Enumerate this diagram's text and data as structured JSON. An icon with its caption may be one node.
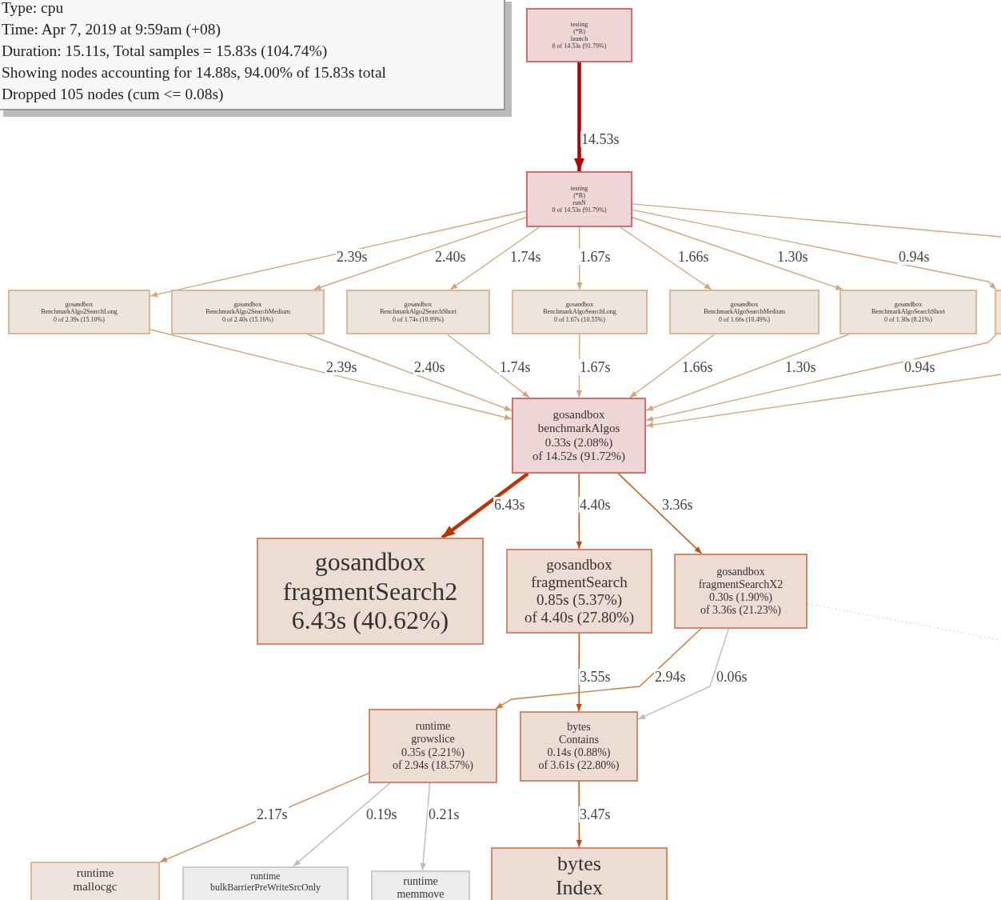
{
  "diagram": {
    "nodes": [
      {
        "text": [
          "testing",
          "(*B)",
          "launch",
          "0 of 14.53s (91.79%)"
        ]
      },
      {
        "text": [
          "testing",
          "(*B)",
          "runN",
          "0 of 14.53s (91.79%)"
        ]
      },
      {
        "text": [
          "gosandbox",
          "BenchmarkAlgo2SearchLong",
          "0 of 2.39s (15.10%)"
        ]
      },
      {
        "text": [
          "gosandbox",
          "BenchmarkAlgo2SearchMedium",
          "0 of 2.40s (15.16%)"
        ]
      },
      {
        "text": [
          "gosandbox",
          "BenchmarkAlgo2SearchShort",
          "0 of 1.74s (10.99%)"
        ]
      },
      {
        "text": [
          "gosandbox",
          "BenchmarkAlgoSearchLong",
          "0 of 1.67s (10.55%)"
        ]
      },
      {
        "text": [
          "gosandbox",
          "BenchmarkAlgoSearchMedium",
          "0 of 1.66s (10.49%)"
        ]
      },
      {
        "text": [
          "gosandbox",
          "BenchmarkAlgoSearchShort",
          "0 of 1.30s (8.21%)"
        ]
      },
      {
        "text": [],
        "shape": "box"
      },
      {
        "text": [
          "gosandbox",
          "benchmarkAlgos",
          "0.33s (2.08%)",
          "of 14.52s (91.72%)"
        ]
      },
      {
        "text": [
          "gosandbox",
          "fragmentSearch2",
          "6.43s (40.62%)"
        ]
      },
      {
        "text": [
          "gosandbox",
          "fragmentSearch",
          "0.85s (5.37%)",
          "of 4.40s (27.80%)"
        ]
      },
      {
        "text": [
          "gosandbox",
          "fragmentSearchX2",
          "0.30s (1.90%)",
          "of 3.36s (21.23%)"
        ]
      },
      {
        "text": [
          "runtime",
          "growslice",
          "0.35s (2.21%)",
          "of 2.94s (18.57%)"
        ]
      },
      {
        "text": [
          "bytes",
          "Contains",
          "0.14s (0.88%)",
          "of 3.61s (22.80%)"
        ]
      },
      {
        "text": [
          "runtime",
          "mallocgc"
        ]
      },
      {
        "text": [
          "runtime",
          "bulkBarrierPreWriteSrcOnly"
        ]
      },
      {
        "text": [
          "runtime",
          "memmove"
        ]
      },
      {
        "text": [
          "bytes",
          "Index"
        ]
      }
    ],
    "edges": [
      {
        "from": 0,
        "to": 1,
        "arrow": "to",
        "label": "14.53s",
        "style": "thick",
        "color": "#b30000"
      },
      {
        "from": 1,
        "to": 2,
        "arrow": "to",
        "label": "2.39s"
      },
      {
        "from": 1,
        "to": 3,
        "arrow": "to",
        "label": "2.40s"
      },
      {
        "from": 1,
        "to": 4,
        "arrow": "to",
        "label": "1.74s"
      },
      {
        "from": 1,
        "to": 5,
        "arrow": "to",
        "label": "1.67s"
      },
      {
        "from": 1,
        "to": 6,
        "arrow": "to",
        "label": "1.66s"
      },
      {
        "from": 1,
        "to": 7,
        "arrow": "to",
        "label": "1.30s"
      },
      {
        "from": 1,
        "to": 8,
        "arrow": "to",
        "label": "0.94s"
      },
      {
        "from": 2,
        "to": 9,
        "arrow": "to",
        "label": "2.39s"
      },
      {
        "from": 3,
        "to": 9,
        "arrow": "to",
        "label": "2.40s"
      },
      {
        "from": 4,
        "to": 9,
        "arrow": "to",
        "label": "1.74s"
      },
      {
        "from": 5,
        "to": 9,
        "arrow": "to",
        "label": "1.67s"
      },
      {
        "from": 6,
        "to": 9,
        "arrow": "to",
        "label": "1.66s"
      },
      {
        "from": 7,
        "to": 9,
        "arrow": "to",
        "label": "1.30s"
      },
      {
        "from": 8,
        "to": 9,
        "arrow": "to",
        "label": "0.94s"
      },
      {
        "from": 1,
        "to": null,
        "arrow": "none"
      },
      {
        "from": null,
        "to": 9,
        "arrow": "to"
      },
      {
        "from": 9,
        "to": 10,
        "arrow": "to",
        "label": "6.43s",
        "style": "thick",
        "color": "#c03000"
      },
      {
        "from": 9,
        "to": 11,
        "arrow": "to",
        "label": "4.40s",
        "color": "#c04a10"
      },
      {
        "from": 9,
        "to": 12,
        "arrow": "to",
        "label": "3.36s",
        "color": "#c04a10"
      },
      {
        "from": 11,
        "to": 14,
        "arrow": "to",
        "label": "3.55s",
        "color": "#c04a10"
      },
      {
        "from": 12,
        "to": 13,
        "arrow": "to",
        "label": "2.94s",
        "color": "#d07840"
      },
      {
        "from": 12,
        "to": 14,
        "arrow": "to",
        "label": "0.06s",
        "color": "#bbbbbb"
      },
      {
        "from": 12,
        "to": null,
        "arrow": "none",
        "style": "dashed",
        "color": "#dddddd"
      },
      {
        "from": 13,
        "to": 15,
        "arrow": "to",
        "label": "2.17s",
        "color": "#d08a58"
      },
      {
        "from": 13,
        "to": 16,
        "arrow": "to",
        "label": "0.19s",
        "color": "#bbbbbb"
      },
      {
        "from": 13,
        "to": 17,
        "arrow": "to",
        "label": "0.21s",
        "color": "#bbbbbb"
      },
      {
        "from": 14,
        "to": 18,
        "arrow": "to",
        "label": "3.47s",
        "color": "#c04a10"
      }
    ],
    "labels": [
      "Type: cpu",
      "Time: Apr 7, 2019 at 9:59am (+08)",
      "Duration: 15.11s, Total samples = 15.83s (104.74%)",
      "Showing nodes accounting for 14.88s, 94.00% of 15.83s total",
      "Dropped 105 nodes (cum <= 0.08s)"
    ]
  }
}
